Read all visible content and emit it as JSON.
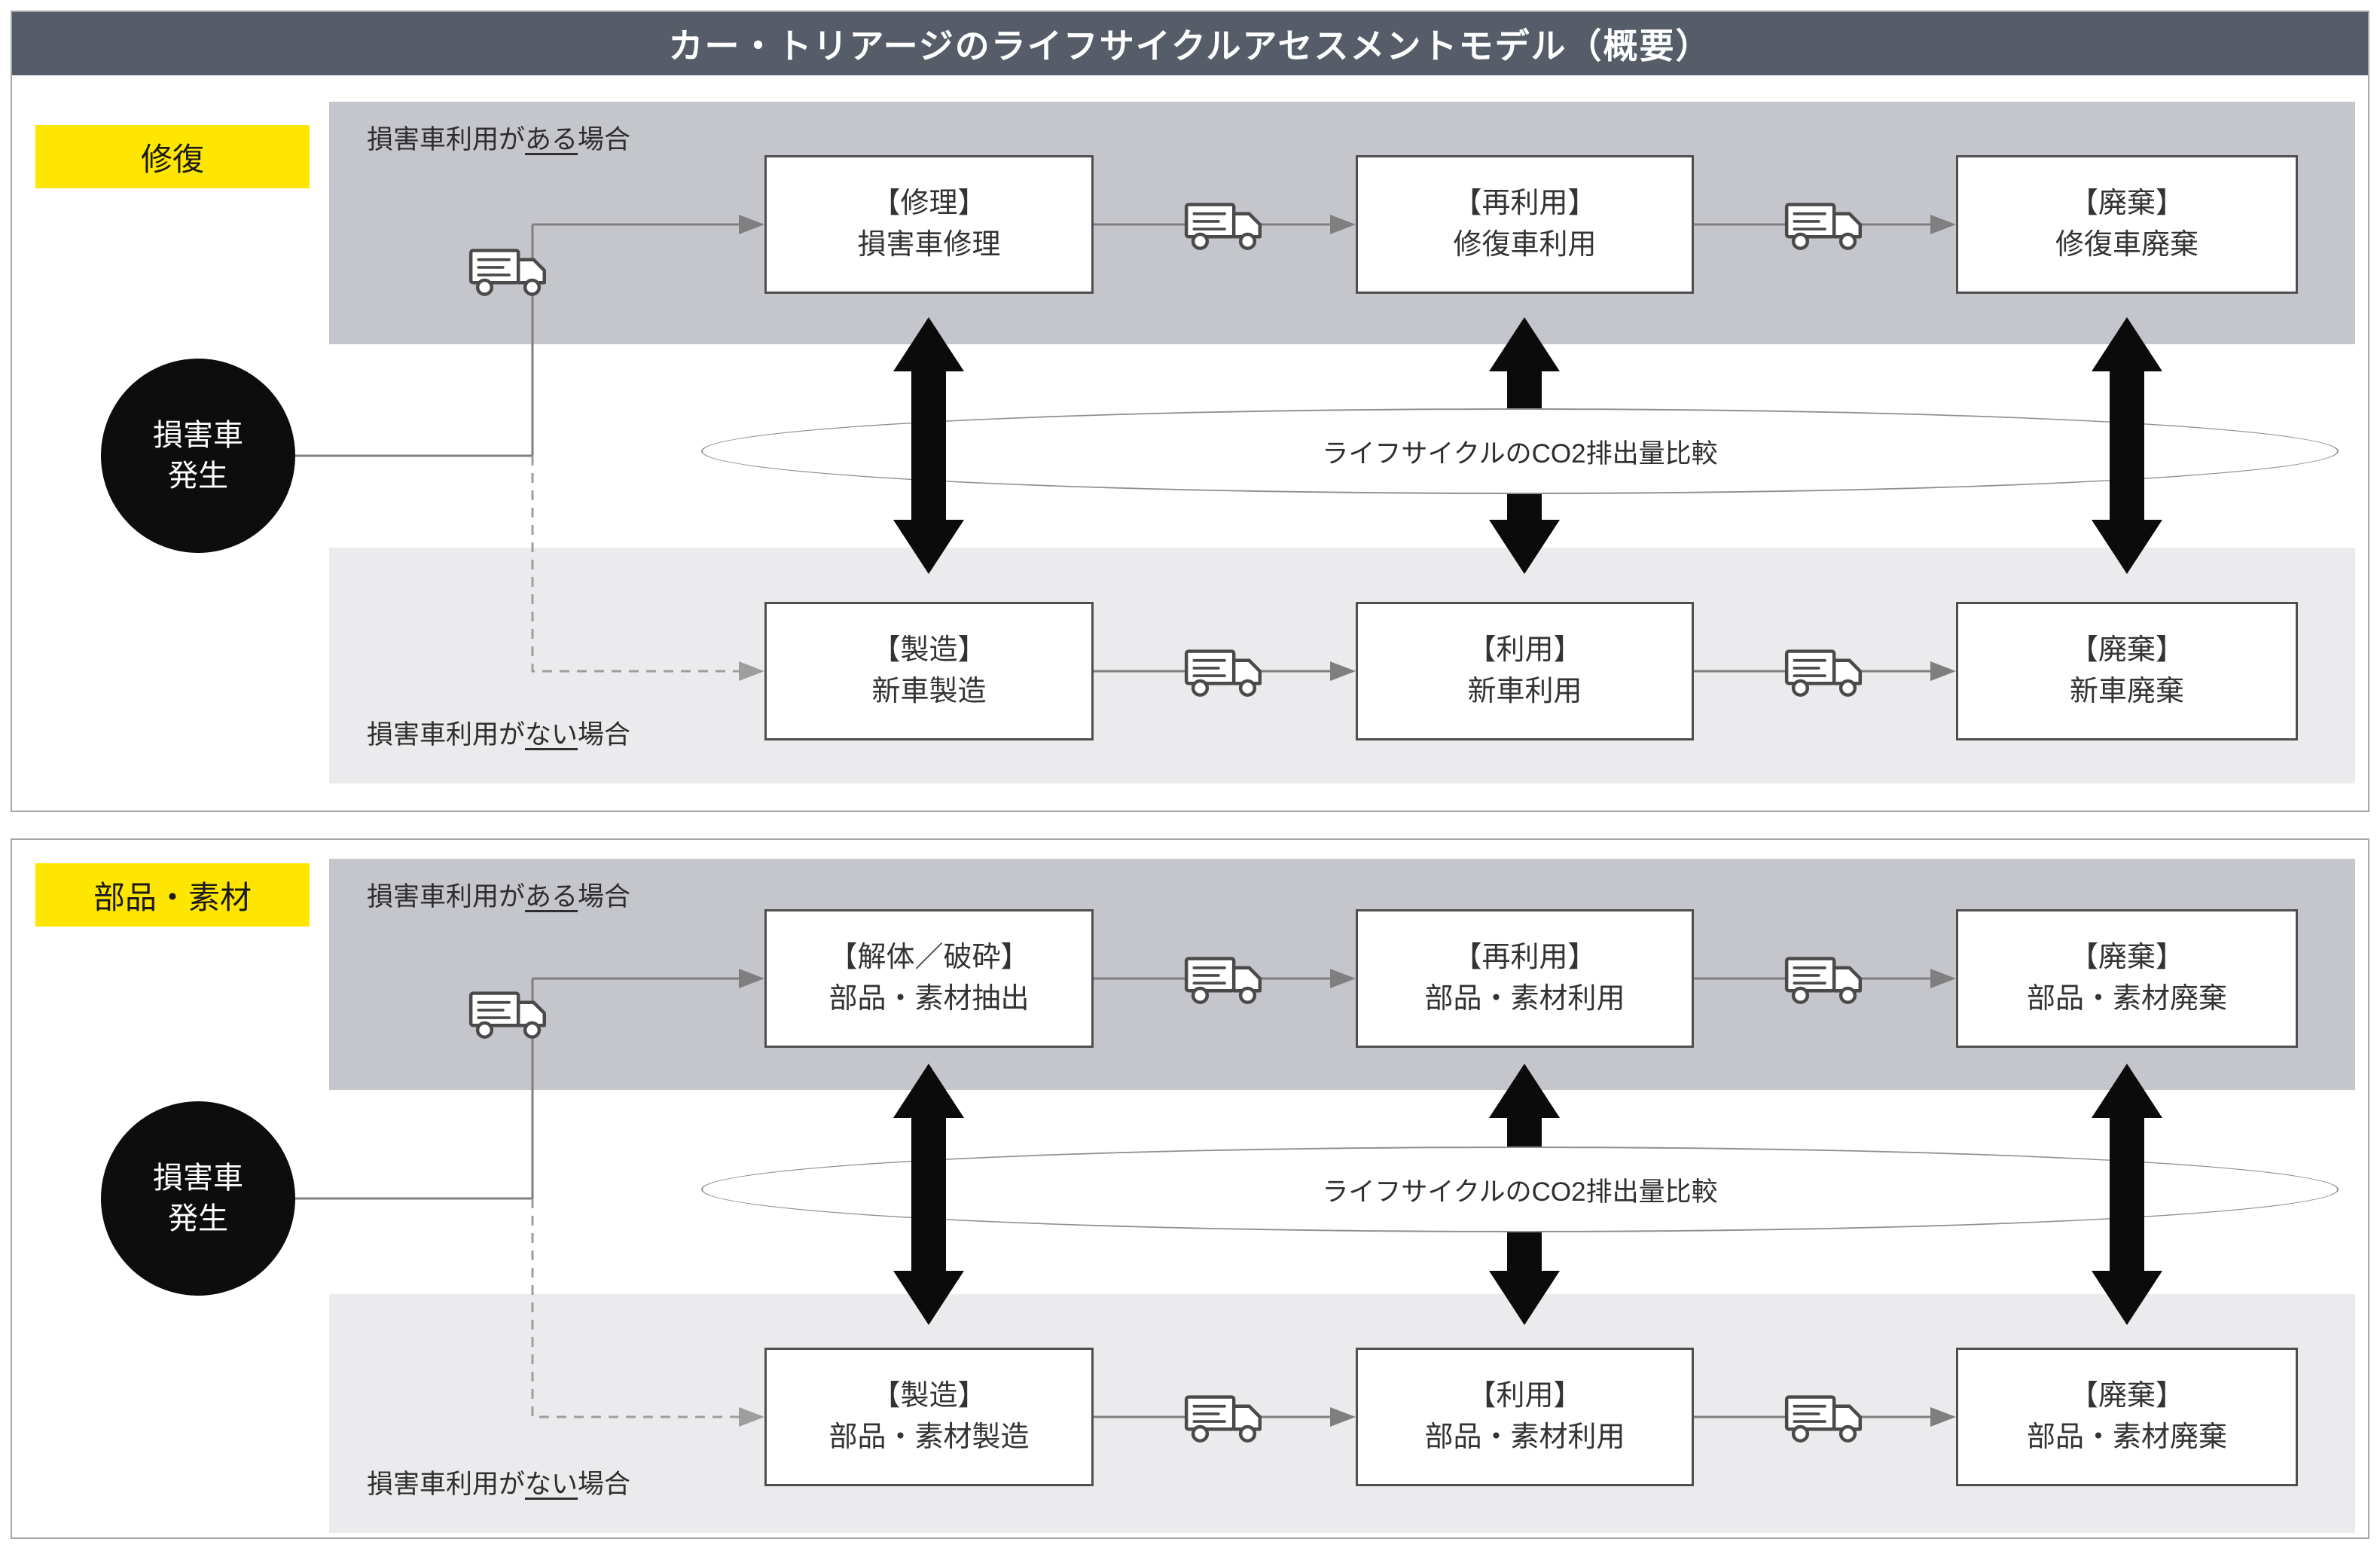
{
  "title": "カー・トリアージのライフサイクルアセスメントモデル（概要）",
  "comparison_label": "ライフサイクルのCO2排出量比較",
  "case_with": {
    "prefix": "損害車利用が",
    "underlined": "ある",
    "suffix": "場合"
  },
  "case_without": {
    "prefix": "損害車利用が",
    "underlined": "ない",
    "suffix": "場合"
  },
  "source": {
    "line1": "損害車",
    "line2": "発生"
  },
  "colors": {
    "title_bar": "#565d68",
    "band_dark": "#c5c6cc",
    "band_light": "#ebebee",
    "highlight_yellow": "#ffe600",
    "arrow_black": "#0b0b0b",
    "line_gray": "#7f7f7f",
    "line_dashed": "#9e9e9e"
  },
  "panels": [
    {
      "label": "修復",
      "upper_boxes": [
        {
          "phase": "【修理】",
          "desc": "損害車修理"
        },
        {
          "phase": "【再利用】",
          "desc": "修復車利用"
        },
        {
          "phase": "【廃棄】",
          "desc": "修復車廃棄"
        }
      ],
      "lower_boxes": [
        {
          "phase": "【製造】",
          "desc": "新車製造"
        },
        {
          "phase": "【利用】",
          "desc": "新車利用"
        },
        {
          "phase": "【廃棄】",
          "desc": "新車廃棄"
        }
      ]
    },
    {
      "label": "部品・素材",
      "upper_boxes": [
        {
          "phase": "【解体／破砕】",
          "desc": "部品・素材抽出"
        },
        {
          "phase": "【再利用】",
          "desc": "部品・素材利用"
        },
        {
          "phase": "【廃棄】",
          "desc": "部品・素材廃棄"
        }
      ],
      "lower_boxes": [
        {
          "phase": "【製造】",
          "desc": "部品・素材製造"
        },
        {
          "phase": "【利用】",
          "desc": "部品・素材利用"
        },
        {
          "phase": "【廃棄】",
          "desc": "部品・素材廃棄"
        }
      ]
    }
  ]
}
